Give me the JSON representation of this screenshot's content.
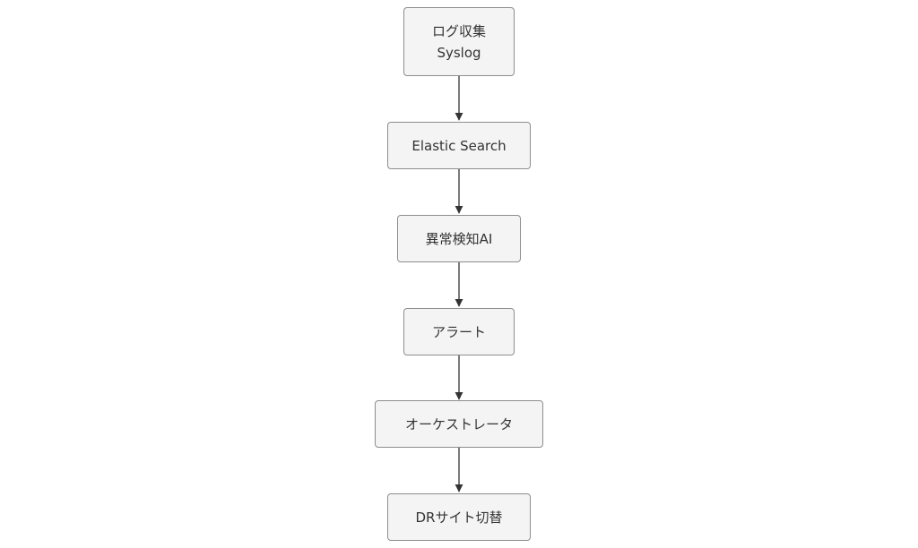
{
  "diagram": {
    "type": "flowchart",
    "direction": "top-to-bottom",
    "nodes": [
      {
        "id": "log",
        "lines": [
          "ログ収集",
          "Syslog"
        ]
      },
      {
        "id": "es",
        "lines": [
          "Elastic Search"
        ]
      },
      {
        "id": "ai",
        "lines": [
          "異常検知AI"
        ]
      },
      {
        "id": "alert",
        "lines": [
          "アラート"
        ]
      },
      {
        "id": "orch",
        "lines": [
          "オーケストレータ"
        ]
      },
      {
        "id": "dr",
        "lines": [
          "DRサイト切替"
        ]
      }
    ],
    "edges": [
      {
        "from": "log",
        "to": "es"
      },
      {
        "from": "es",
        "to": "ai"
      },
      {
        "from": "ai",
        "to": "alert"
      },
      {
        "from": "alert",
        "to": "orch"
      },
      {
        "from": "orch",
        "to": "dr"
      }
    ]
  },
  "colors": {
    "node_fill": "#f4f4f4",
    "node_border": "#8d8d8d",
    "edge": "#333333",
    "text": "#333333"
  }
}
